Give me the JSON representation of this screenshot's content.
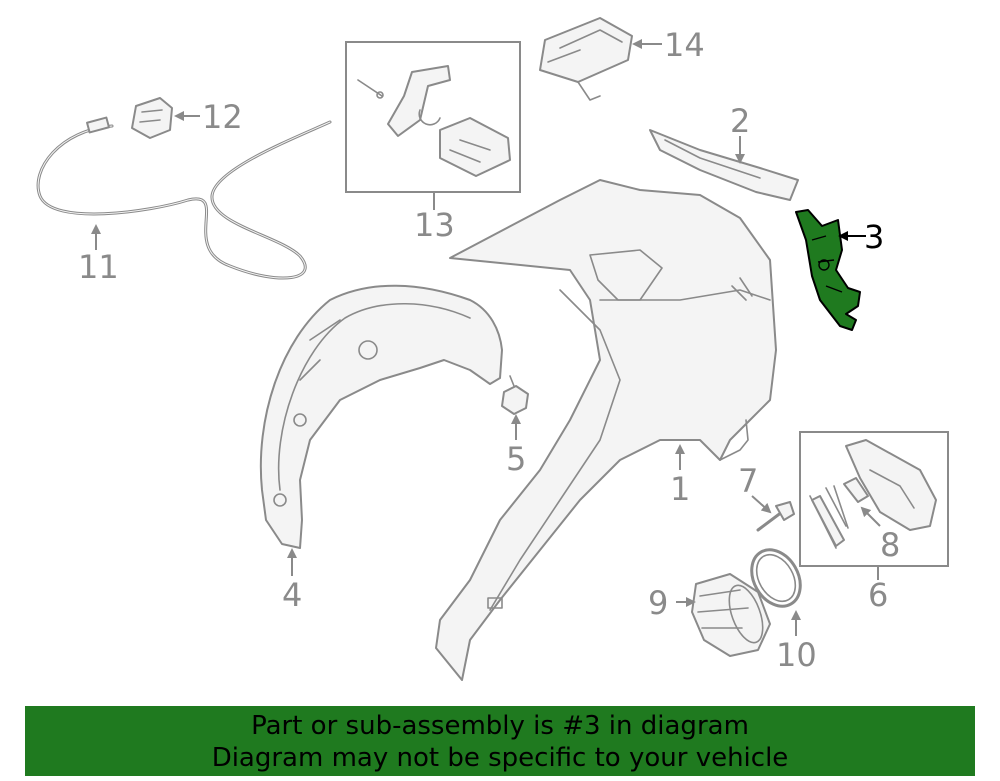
{
  "labels": {
    "p1": "1",
    "p2": "2",
    "p3": "3",
    "p4": "4",
    "p5": "5",
    "p6": "6",
    "p7": "7",
    "p8": "8",
    "p9": "9",
    "p10": "10",
    "p11": "11",
    "p12": "12",
    "p13": "13",
    "p14": "14"
  },
  "highlight": {
    "part": "3",
    "color": "#1f7a1f"
  },
  "banner": {
    "line1": "Part or sub-assembly is #3 in diagram",
    "line2": "Diagram may not be specific to your vehicle",
    "background": "#1f7a1f"
  },
  "colors": {
    "linework": "#8a8a8a",
    "highlight_outline": "#000000"
  }
}
